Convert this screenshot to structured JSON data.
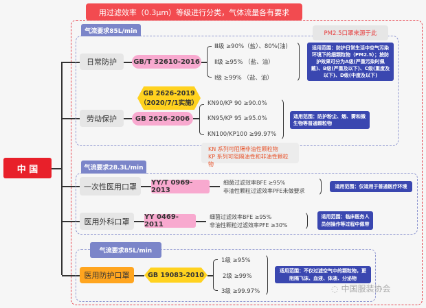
{
  "banner": "用过滤效率（0.3μm）等级进行分类，气体流量各有要求",
  "root": "中 国",
  "colors": {
    "banner": "#f24b50",
    "group_label": "#7b85c9",
    "scope": "#3a47b0",
    "standard_pill": "#f8a9cf",
    "hex": "#ffd21f",
    "highlight": "#ffa51f"
  },
  "group1": {
    "label": "气流要求85L/min",
    "pm_note": "PM2.5口罩来源于此",
    "daily": {
      "name": "日常防护",
      "standard": "GB/T 32610-2016",
      "levels": [
        "Ⅲ级 ≥90%（盐）、80%(油)",
        "Ⅱ级 ≥95% （盐、油）",
        "Ⅰ级 ≥99% （盐、油）"
      ],
      "scope": "适用范围：防护日常生活中空气污染环境下的细颗粒物（PM2.5）；按防护效果可分为A级(严重污染时佩戴)、B级(严重及以下)、C级(重度及以下)、D级(中度及以下)"
    },
    "labor": {
      "name": "劳动保护",
      "standard": "GB 2626-2006",
      "new_standard": "GB 2626-2019",
      "new_date": "（2020/7/1实施）",
      "levels": [
        "KN90/KP 90 ≥90.0%",
        "KN95/KP 95 ≥95.0%",
        "KN100/KP100 ≥99.97%"
      ],
      "scope": "适用范围：防护粉尘、烟、雾和微生物等普通颗粒物"
    },
    "kn_note": [
      "KN 系列可阻隔非油性颗粒物",
      "KP 系列可阻隔油性和非油性颗粒物"
    ]
  },
  "group2": {
    "label": "气流要求28.3L/min",
    "disposable": {
      "name": "一次性医用口罩",
      "standard": "YY/T 0969-2013",
      "levels": [
        "细菌过滤效率BFE ≥95%",
        "非油性颗粒过滤效率PFE未做要求"
      ],
      "scope": "适用范围：仅适用于普通医疗环境"
    },
    "surgical": {
      "name": "医用外科口罩",
      "standard": "YY 0469-2011",
      "levels": [
        "细菌过滤效率BFE ≥95%",
        "非油性颗粒过滤效率PFE ≥30%"
      ],
      "scope": "适用范围：临床医务人员创操作等过程中佩带"
    }
  },
  "group3": {
    "label": "气流要求85L/min",
    "protective": {
      "name": "医用防护口罩",
      "standard": "GB 19083-2010",
      "levels": [
        "1级 ≥95%",
        "2级 ≥99%",
        "3级 ≥99.97%"
      ],
      "scope": "适用范围：不仅过滤空气中的颗粒物，更阻隔飞沫、血液、体液、分泌物"
    }
  },
  "watermark": "中国服装协会"
}
